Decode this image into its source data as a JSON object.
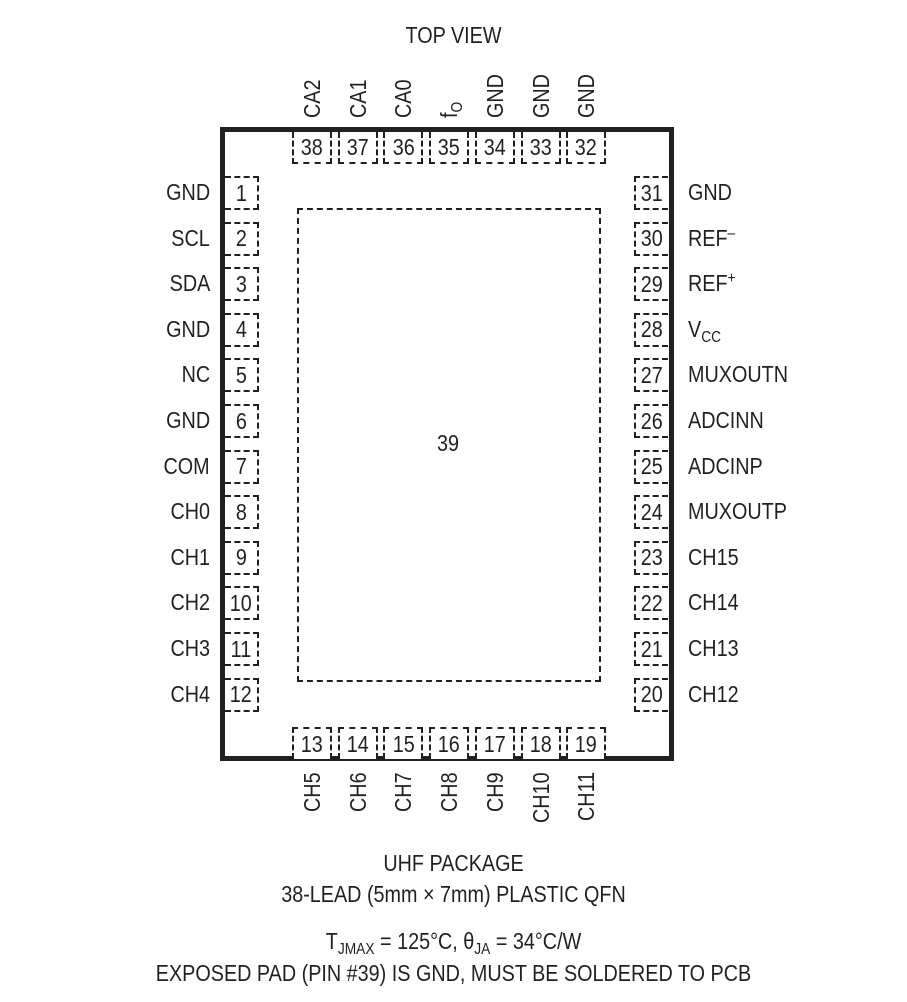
{
  "diagram": {
    "title": "TOP VIEW",
    "package_body": "QFN package outline",
    "exposed_pad": {
      "pin": "39"
    },
    "left_pins": [
      {
        "num": "1",
        "name": "GND"
      },
      {
        "num": "2",
        "name": "SCL"
      },
      {
        "num": "3",
        "name": "SDA"
      },
      {
        "num": "4",
        "name": "GND"
      },
      {
        "num": "5",
        "name": "NC"
      },
      {
        "num": "6",
        "name": "GND"
      },
      {
        "num": "7",
        "name": "COM"
      },
      {
        "num": "8",
        "name": "CH0"
      },
      {
        "num": "9",
        "name": "CH1"
      },
      {
        "num": "10",
        "name": "CH2"
      },
      {
        "num": "11",
        "name": "CH3"
      },
      {
        "num": "12",
        "name": "CH4"
      }
    ],
    "right_pins": [
      {
        "num": "31",
        "name": "GND",
        "sup": "",
        "sub": ""
      },
      {
        "num": "30",
        "name": "REF",
        "sup": "–",
        "sub": ""
      },
      {
        "num": "29",
        "name": "REF",
        "sup": "+",
        "sub": ""
      },
      {
        "num": "28",
        "name": "V",
        "sup": "",
        "sub": "CC"
      },
      {
        "num": "27",
        "name": "MUXOUTN",
        "sup": "",
        "sub": ""
      },
      {
        "num": "26",
        "name": "ADCINN",
        "sup": "",
        "sub": ""
      },
      {
        "num": "25",
        "name": "ADCINP",
        "sup": "",
        "sub": ""
      },
      {
        "num": "24",
        "name": "MUXOUTP",
        "sup": "",
        "sub": ""
      },
      {
        "num": "23",
        "name": "CH15",
        "sup": "",
        "sub": ""
      },
      {
        "num": "22",
        "name": "CH14",
        "sup": "",
        "sub": ""
      },
      {
        "num": "21",
        "name": "CH13",
        "sup": "",
        "sub": ""
      },
      {
        "num": "20",
        "name": "CH12",
        "sup": "",
        "sub": ""
      }
    ],
    "top_pins": [
      {
        "num": "38",
        "name": "CA2",
        "sub": ""
      },
      {
        "num": "37",
        "name": "CA1",
        "sub": ""
      },
      {
        "num": "36",
        "name": "CA0",
        "sub": ""
      },
      {
        "num": "35",
        "name": "f",
        "sub": "O"
      },
      {
        "num": "34",
        "name": "GND",
        "sub": ""
      },
      {
        "num": "33",
        "name": "GND",
        "sub": ""
      },
      {
        "num": "32",
        "name": "GND",
        "sub": ""
      }
    ],
    "bottom_pins": [
      {
        "num": "13",
        "name": "CH5"
      },
      {
        "num": "14",
        "name": "CH6"
      },
      {
        "num": "15",
        "name": "CH7"
      },
      {
        "num": "16",
        "name": "CH8"
      },
      {
        "num": "17",
        "name": "CH9"
      },
      {
        "num": "18",
        "name": "CH10"
      },
      {
        "num": "19",
        "name": "CH11"
      }
    ],
    "package": {
      "line1": "UHF PACKAGE",
      "line2": "38-LEAD (5mm × 7mm) PLASTIC QFN"
    },
    "thermal": {
      "tj_symbol": "T",
      "tj_sub": "JMAX",
      "tj_value": " = 125°C, ",
      "theta_symbol": "θ",
      "theta_sub": "JA",
      "theta_value": " = 34°C/W"
    },
    "note": "EXPOSED PAD (PIN #39) IS GND, MUST BE SOLDERED TO PCB"
  }
}
